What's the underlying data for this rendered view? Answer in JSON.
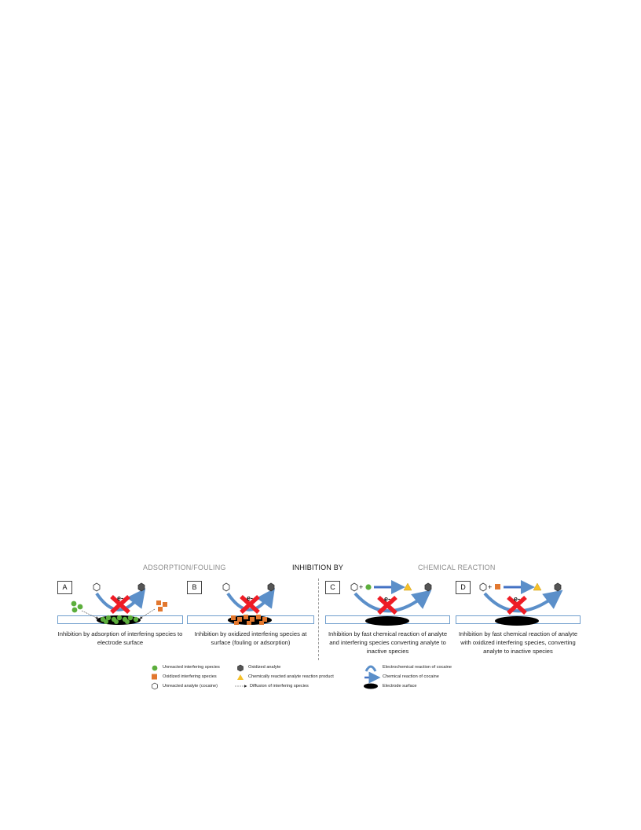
{
  "headers": {
    "adsorption": "ADSORPTION/FOULING",
    "inhibition": "INHIBITION BY",
    "chemical": "CHEMICAL REACTION"
  },
  "panels": [
    {
      "letter": "A",
      "caption": "Inhibition by adsorption of interfering species to electrode surface"
    },
    {
      "letter": "B",
      "caption": "Inhibition by oxidized interfering species at surface (fouling or adsorption)"
    },
    {
      "letter": "C",
      "caption": "Inhibition by fast chemical reaction of analyte and interfering species converting analyte to inactive species"
    },
    {
      "letter": "D",
      "caption": "Inhibition by fast chemical reaction of analyte with oxidized interfering species, converting analyte to inactive species"
    }
  ],
  "electron_label": "e-",
  "plus_sign": "+",
  "legend": {
    "unreacted_interfering": "Unreacted interfering species",
    "oxidized_interfering": "Oxidized interfering species",
    "unreacted_analyte": "Unreacted analyte (cocaine)",
    "oxidized_analyte": "Oxidized analyte",
    "reaction_product": "Chemically reacted analyte reaction product",
    "diffusion": "Diffusion of interfering species",
    "electrochemical_reaction": "Electrochemical reaction of cocaine",
    "chemical_reaction": "Chemical reaction of cocaine",
    "electrode_surface": "Electrode surface"
  },
  "colors": {
    "green": "#5cae3c",
    "orange": "#e2782f",
    "red_x": "#ee1c25",
    "blue_arrow": "#5b8fc9",
    "yellow": "#f6c12b",
    "oxidized_analyte": "#555555",
    "electrode_outline": "#6e9dcc"
  }
}
